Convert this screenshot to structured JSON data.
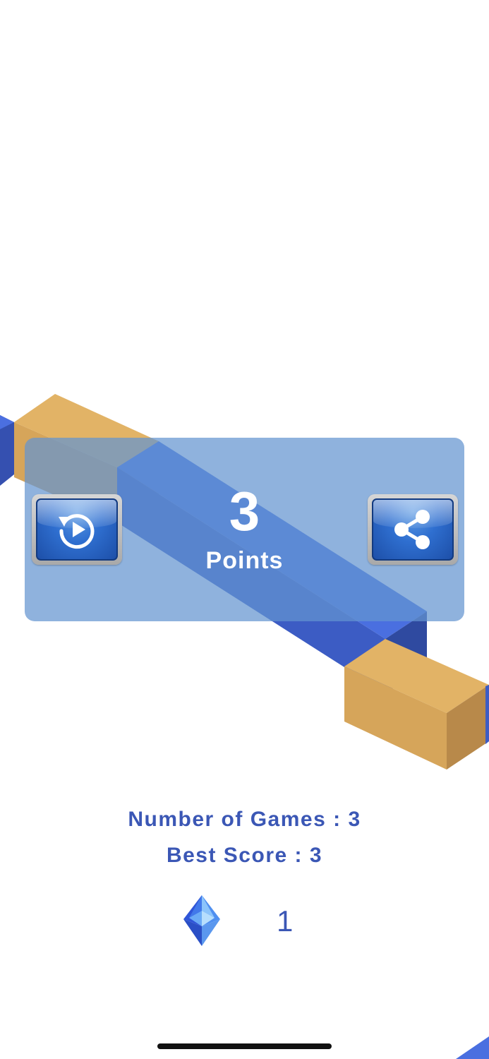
{
  "result": {
    "score": "3",
    "score_label": "Points"
  },
  "stats": {
    "games_label": "Number of Games",
    "games_value": "3",
    "best_label": "Best Score",
    "best_value": "3",
    "separator": ":"
  },
  "gems": {
    "count": "1",
    "icon": "gem-icon"
  },
  "buttons": {
    "replay_icon": "replay-icon",
    "share_icon": "share-icon"
  },
  "colors": {
    "panel": "#6494d0",
    "path_blue": "#3f62c9",
    "block_gold": "#e0b063",
    "text_blue": "#3b57b5"
  }
}
